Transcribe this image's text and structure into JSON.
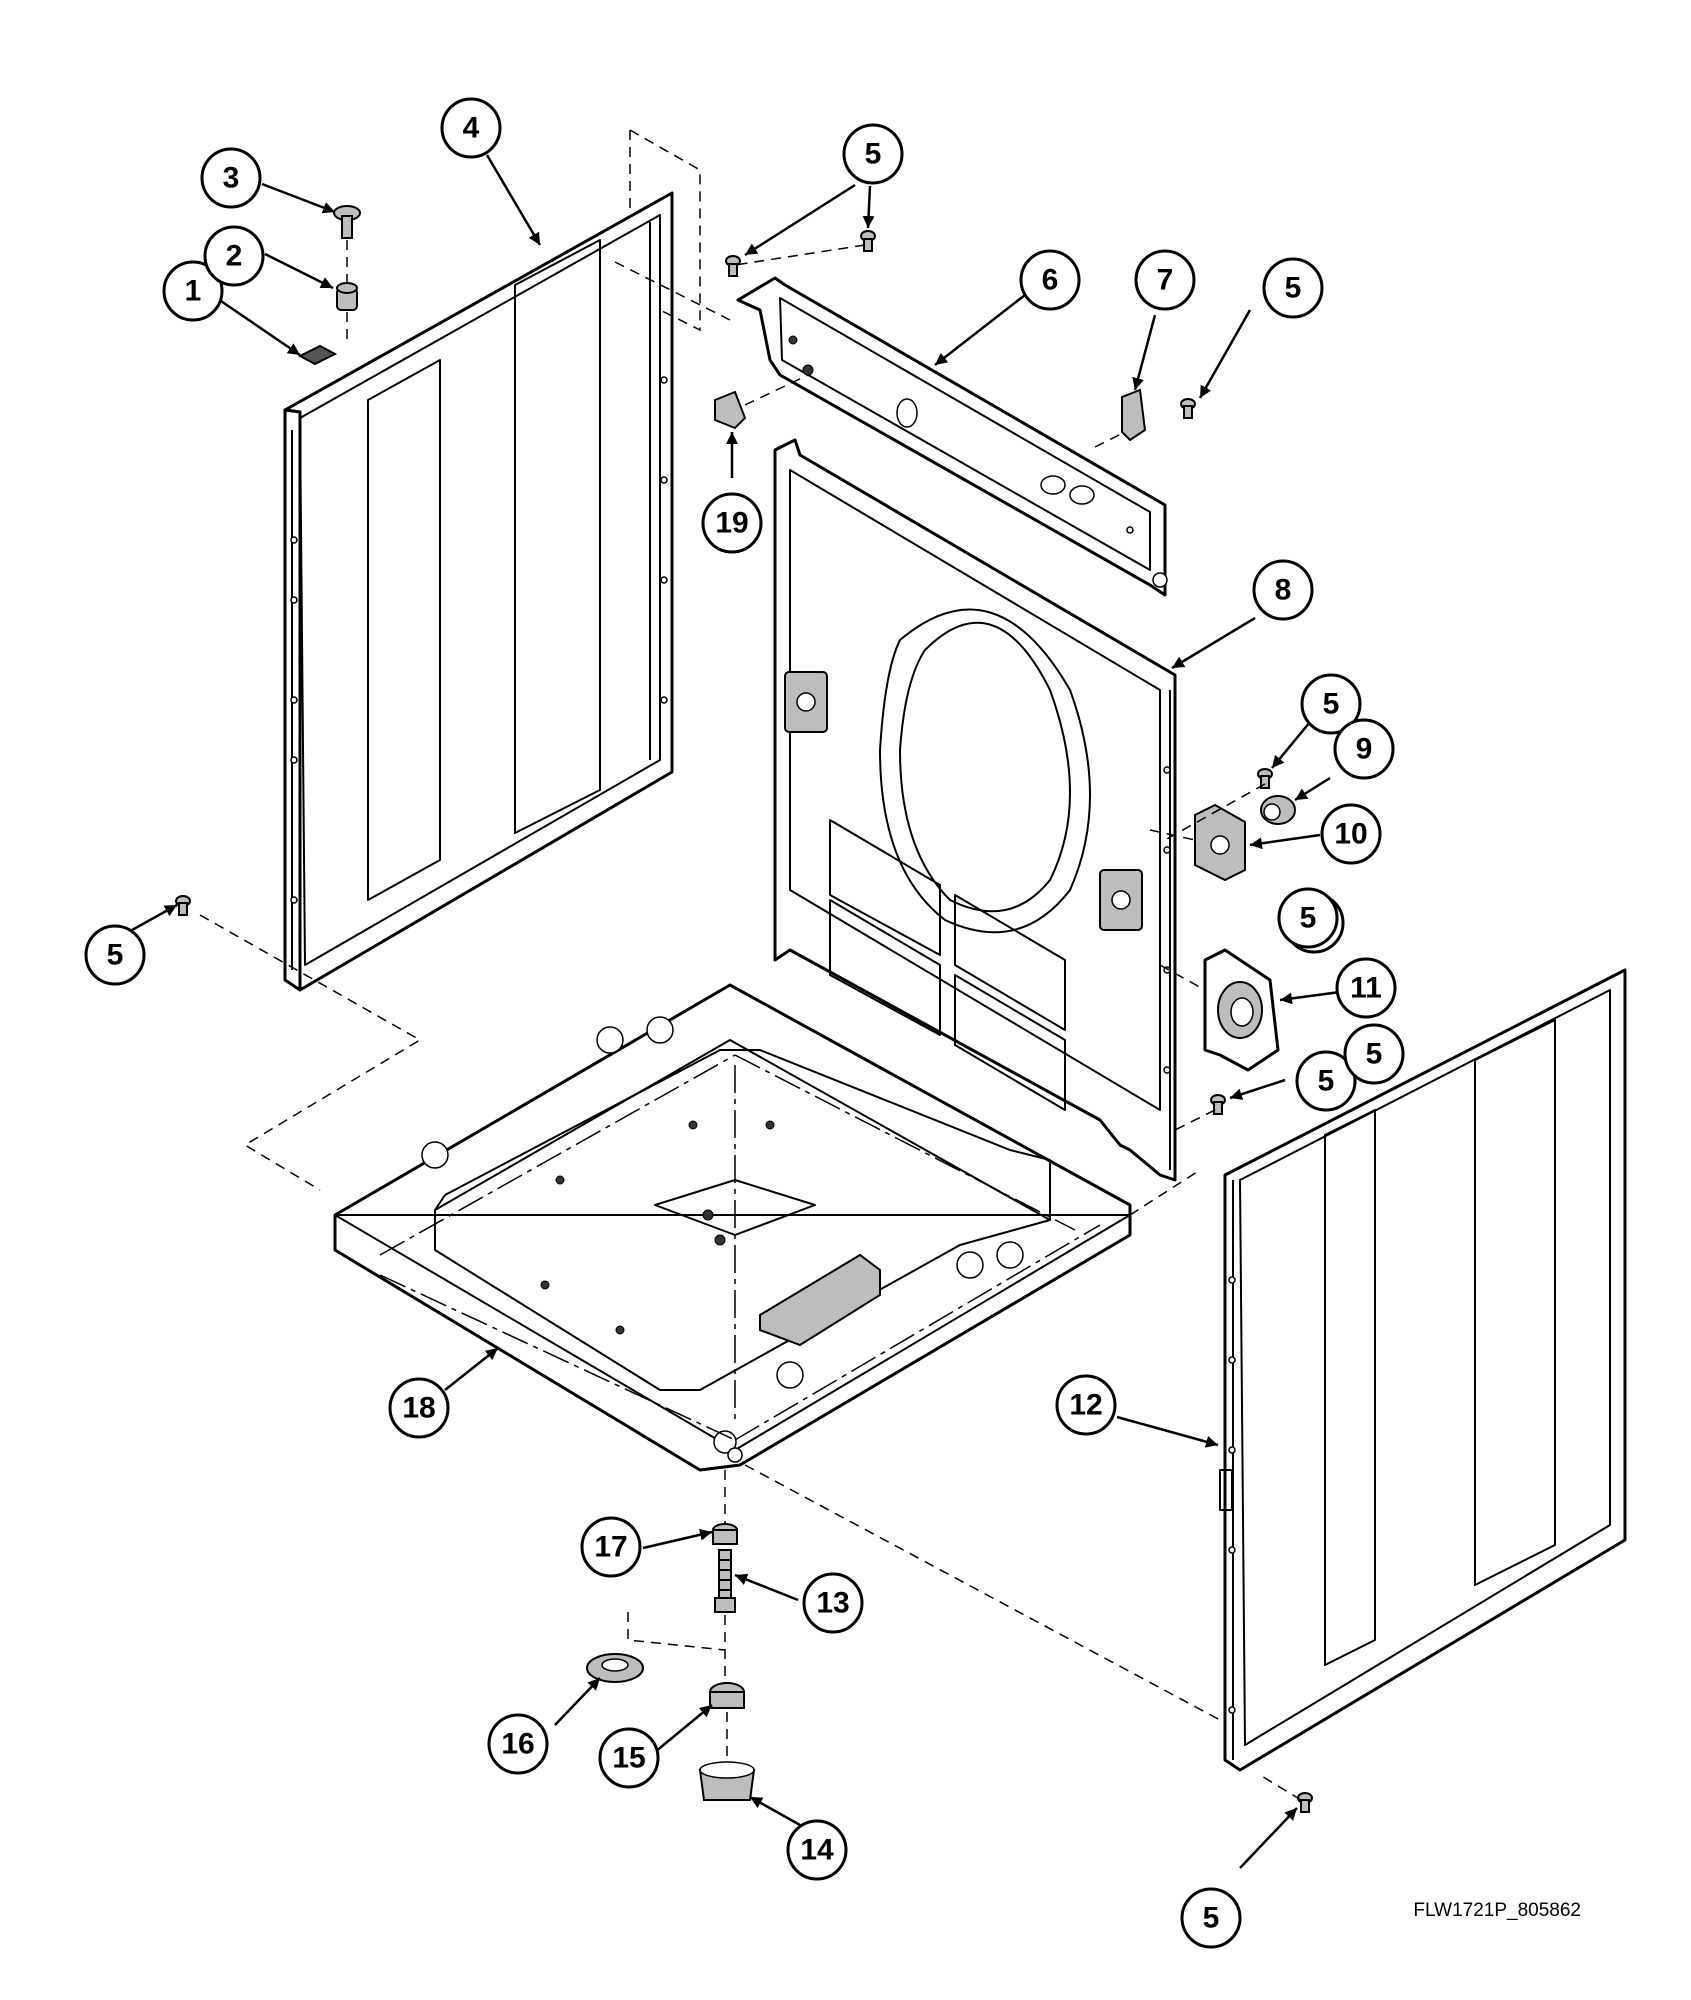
{
  "drawing_id": "FLW1721P_805862",
  "callouts": [
    {
      "label": "1",
      "part": "panel-plug"
    },
    {
      "label": "2",
      "part": "spacer"
    },
    {
      "label": "3",
      "part": "screw"
    },
    {
      "label": "4",
      "part": "left-side-panel"
    },
    {
      "label": "5",
      "part": "screw"
    },
    {
      "label": "5",
      "part": "screw"
    },
    {
      "label": "5",
      "part": "screw"
    },
    {
      "label": "5",
      "part": "screw"
    },
    {
      "label": "5",
      "part": "screw"
    },
    {
      "label": "5",
      "part": "screw"
    },
    {
      "label": "5",
      "part": "screw"
    },
    {
      "label": "5",
      "part": "screw"
    },
    {
      "label": "5",
      "part": "screw"
    },
    {
      "label": "6",
      "part": "rear-top-rail"
    },
    {
      "label": "7",
      "part": "clip"
    },
    {
      "label": "8",
      "part": "rear-panel"
    },
    {
      "label": "9",
      "part": "grommet"
    },
    {
      "label": "10",
      "part": "mounting-plate"
    },
    {
      "label": "11",
      "part": "bracket-assembly"
    },
    {
      "label": "12",
      "part": "right-side-panel"
    },
    {
      "label": "13",
      "part": "leveling-leg"
    },
    {
      "label": "14",
      "part": "foot-pad"
    },
    {
      "label": "15",
      "part": "leg-cap"
    },
    {
      "label": "16",
      "part": "foot-cushion"
    },
    {
      "label": "17",
      "part": "jam-nut"
    },
    {
      "label": "18",
      "part": "base-frame"
    },
    {
      "label": "19",
      "part": "connector"
    }
  ]
}
